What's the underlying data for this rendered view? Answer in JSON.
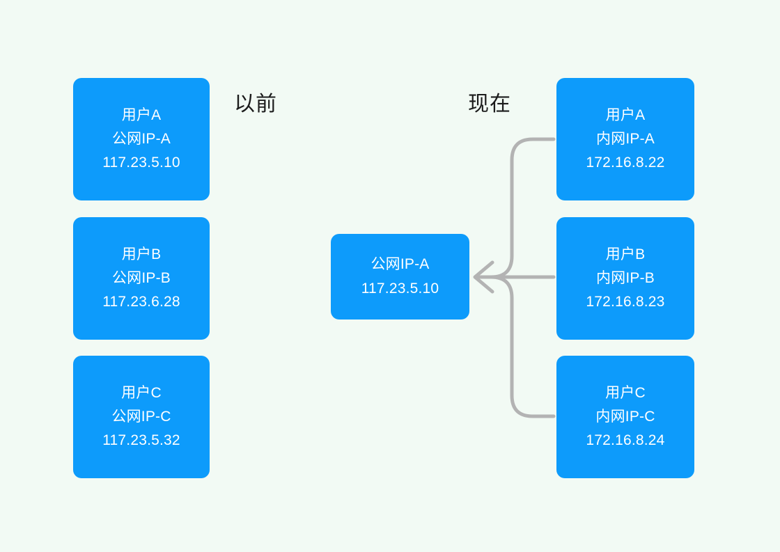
{
  "canvas": {
    "background_color": "#f2faf4",
    "node_color": "#0d9bfb",
    "node_text_color": "#ffffff",
    "connector_color": "#b3b3b3",
    "caption_color": "#1b1b1b"
  },
  "captions": {
    "before": "以前",
    "now": "现在"
  },
  "before_nodes": [
    {
      "user": "用户A",
      "ip_label": "公网IP-A",
      "ip": "117.23.5.10"
    },
    {
      "user": "用户B",
      "ip_label": "公网IP-B",
      "ip": "117.23.6.28"
    },
    {
      "user": "用户C",
      "ip_label": "公网IP-C",
      "ip": "117.23.5.32"
    }
  ],
  "now_nodes": [
    {
      "user": "用户A",
      "ip_label": "内网IP-A",
      "ip": "172.16.8.22"
    },
    {
      "user": "用户B",
      "ip_label": "内网IP-B",
      "ip": "172.16.8.23"
    },
    {
      "user": "用户C",
      "ip_label": "内网IP-C",
      "ip": "172.16.8.24"
    }
  ],
  "shared_public_node": {
    "ip_label": "公网IP-A",
    "ip": "117.23.5.10"
  },
  "connectors": {
    "icon": "merge-arrow-left-icon",
    "description": "三个内网地址汇聚到同一个公网IP",
    "count": 3,
    "arrow_direction": "left"
  }
}
